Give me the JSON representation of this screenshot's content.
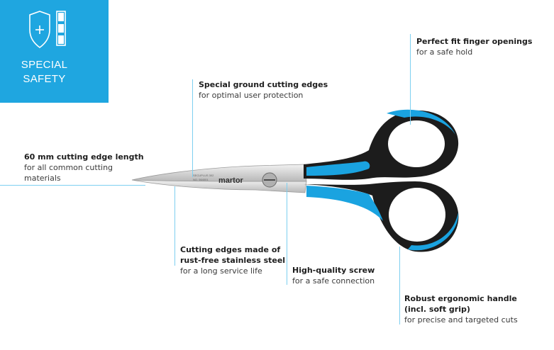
{
  "badge": {
    "line1": "SPECIAL",
    "line2": "SAFETY",
    "icon": "shield-plus-icon"
  },
  "product": {
    "brand": "martor",
    "blade_text_1": "SECUPLUS 302",
    "blade_text_2": "NO. 564001"
  },
  "callouts": {
    "finger": {
      "title": "Perfect fit finger openings",
      "sub": "for a safe hold"
    },
    "ground": {
      "title": "Special ground cutting edges",
      "sub": "for optimal user protection"
    },
    "length": {
      "title": "60 mm cutting edge length",
      "sub1": "for all common cutting",
      "sub2": "materials"
    },
    "steel": {
      "title1": "Cutting edges made of",
      "title2": "rust-free stainless steel",
      "sub": "for a long service life"
    },
    "screw": {
      "title": "High-quality screw",
      "sub": "for a safe connection"
    },
    "handle": {
      "title1": "Robust ergonomic handle",
      "title2": "(incl. soft grip)",
      "sub": "for precise and targeted cuts"
    }
  },
  "colors": {
    "accent": "#1fa6e0",
    "handle_blue": "#1aa3e0",
    "handle_black": "#1c1c1c",
    "leader_line": "#7dcff0"
  }
}
